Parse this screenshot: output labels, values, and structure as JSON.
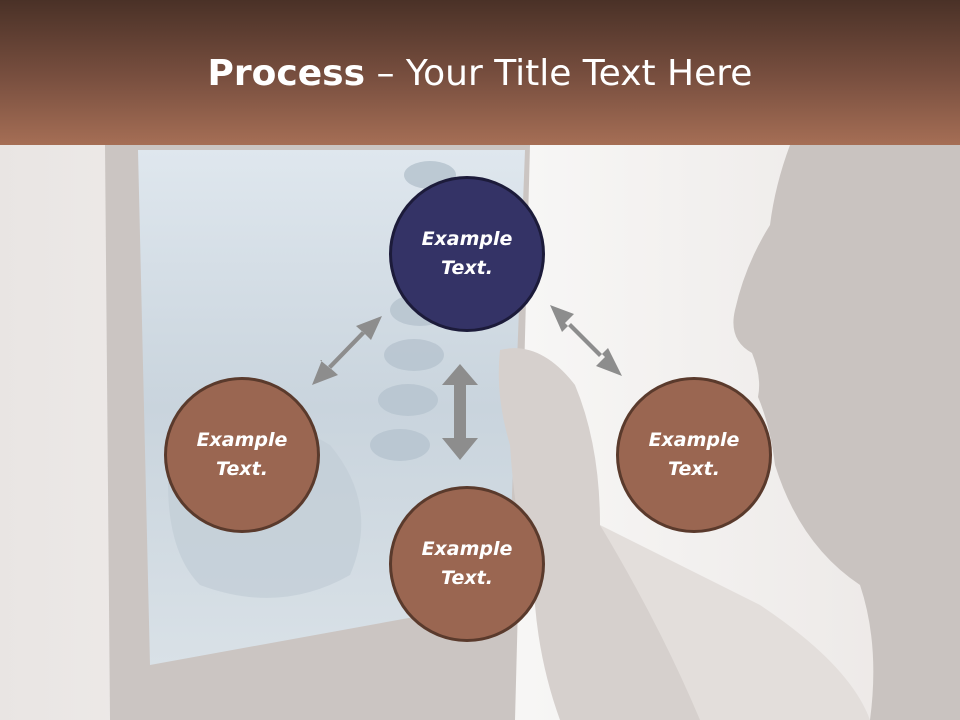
{
  "slide": {
    "title_bold": "Process",
    "title_rest": " – Your Title Text Here",
    "colors": {
      "header_top": "#4a3127",
      "header_bottom": "#a56e55",
      "center_node": "#343366",
      "outer_node": "#9a6651",
      "arrow": "#8d8d8d"
    }
  },
  "nodes": [
    {
      "id": "top",
      "label": "Example Text."
    },
    {
      "id": "left",
      "label": "Example Text."
    },
    {
      "id": "right",
      "label": "Example Text."
    },
    {
      "id": "bottom",
      "label": "Example Text."
    }
  ]
}
